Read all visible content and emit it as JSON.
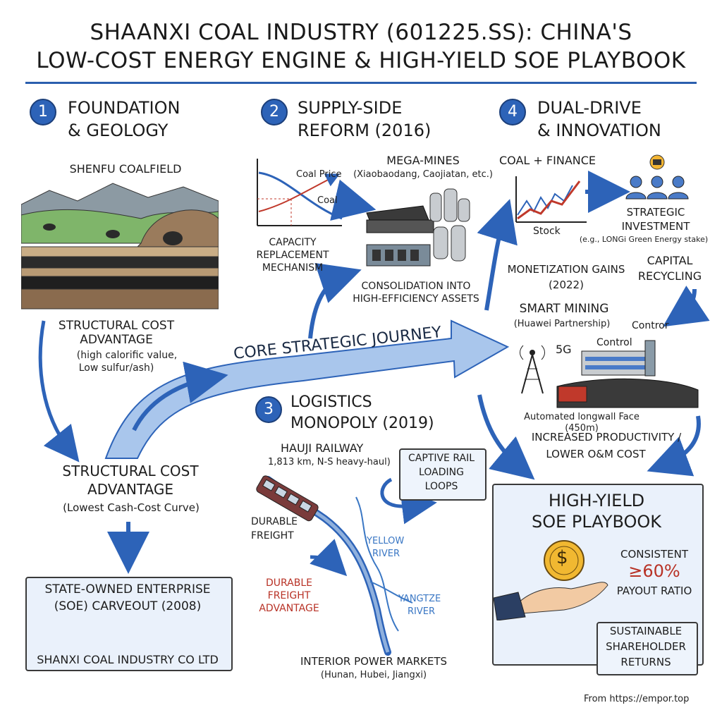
{
  "title": {
    "line1": "SHAANXI COAL INDUSTRY (601225.SS): CHINA'S",
    "line2": "LOW-COST ENERGY ENGINE & HIGH-YIELD SOE PLAYBOOK"
  },
  "section1": {
    "number": "1",
    "heading1": "FOUNDATION",
    "heading2": "& GEOLOGY",
    "coalfield": "SHENFU COALFIELD",
    "adv_title1": "STRUCTURAL COST",
    "adv_title2": "ADVANTAGE",
    "adv_note1": "(high calorific value,",
    "adv_note2": "Low sulfur/ash)",
    "result1": "STRUCTURAL COST",
    "result2": "ADVANTAGE",
    "result_note": "(Lowest Cash-Cost Curve)",
    "soe_line1": "STATE-OWNED ENTERPRISE",
    "soe_line2": "(SOE) CARVEOUT (2008)",
    "soe_company": "SHANXI COAL INDUSTRY CO LTD"
  },
  "section2": {
    "number": "2",
    "heading1": "SUPPLY-SIDE",
    "heading2": "REFORM (2016)",
    "chart_label_price": "Coal Price",
    "chart_label_coal": "Coal",
    "capacity1": "CAPACITY",
    "capacity2": "REPLACEMENT",
    "capacity3": "MECHANISM",
    "mega": "MEGA-MINES",
    "mega_note": "(Xiaobaodang, Caojiatan, etc.)",
    "consolidation1": "CONSOLIDATION INTO",
    "consolidation2": "HIGH-EFFICIENCY ASSETS"
  },
  "journey": "CORE STRATEGIC JOURNEY",
  "section3": {
    "number": "3",
    "heading1": "LOGISTICS",
    "heading2": "MONOPOLY (2019)",
    "railway": "HAUJI RAILWAY",
    "railway_note": "1,813 km, N-S heavy-haul)",
    "durable1": "DURABLE",
    "durable2": "FREIGHT",
    "captive1": "CAPTIVE RAIL",
    "captive2": "LOADING",
    "captive3": "LOOPS",
    "yellow1": "YELLOW",
    "yellow2": "RIVER",
    "yangtze1": "YANGTZE",
    "yangtze2": "RIVER",
    "adv1": "DURABLE",
    "adv2": "FREIGHT",
    "adv3": "ADVANTAGE",
    "interior": "INTERIOR POWER MARKETS",
    "interior_note": "(Hunan, Hubei, Jiangxi)"
  },
  "section4": {
    "number": "4",
    "heading1": "DUAL-DRIVE",
    "heading2": "& INNOVATION",
    "coal_finance": "COAL + FINANCE",
    "stock": "Stock",
    "strategic1": "STRATEGIC",
    "strategic2": "INVESTMENT",
    "strategic_note": "(e.g., LONGi Green Energy stake)",
    "monetization1": "MONETIZATION GAINS",
    "monetization2": "(2022)",
    "capital1": "CAPITAL",
    "capital2": "RECYCLING",
    "smart": "SMART MINING",
    "smart_note": "(Huawei Partnership)",
    "contror": "Contror",
    "control": "Control",
    "fiveg": "5G",
    "longwall": "Automated longwall Face (450m)",
    "productivity1": "INCREASED PRODUCTIVITY /",
    "productivity2": "LOWER O&M COST"
  },
  "playbook": {
    "title1": "HIGH-YIELD",
    "title2": "SOE PLAYBOOK",
    "consistent": "CONSISTENT",
    "payout_value": "≥60%",
    "payout_label": "PAYOUT RATIO",
    "returns1": "SUSTAINABLE",
    "returns2": "SHAREHOLDER",
    "returns3": "RETURNS",
    "dollar": "$"
  },
  "footer": "From https://empor.top"
}
